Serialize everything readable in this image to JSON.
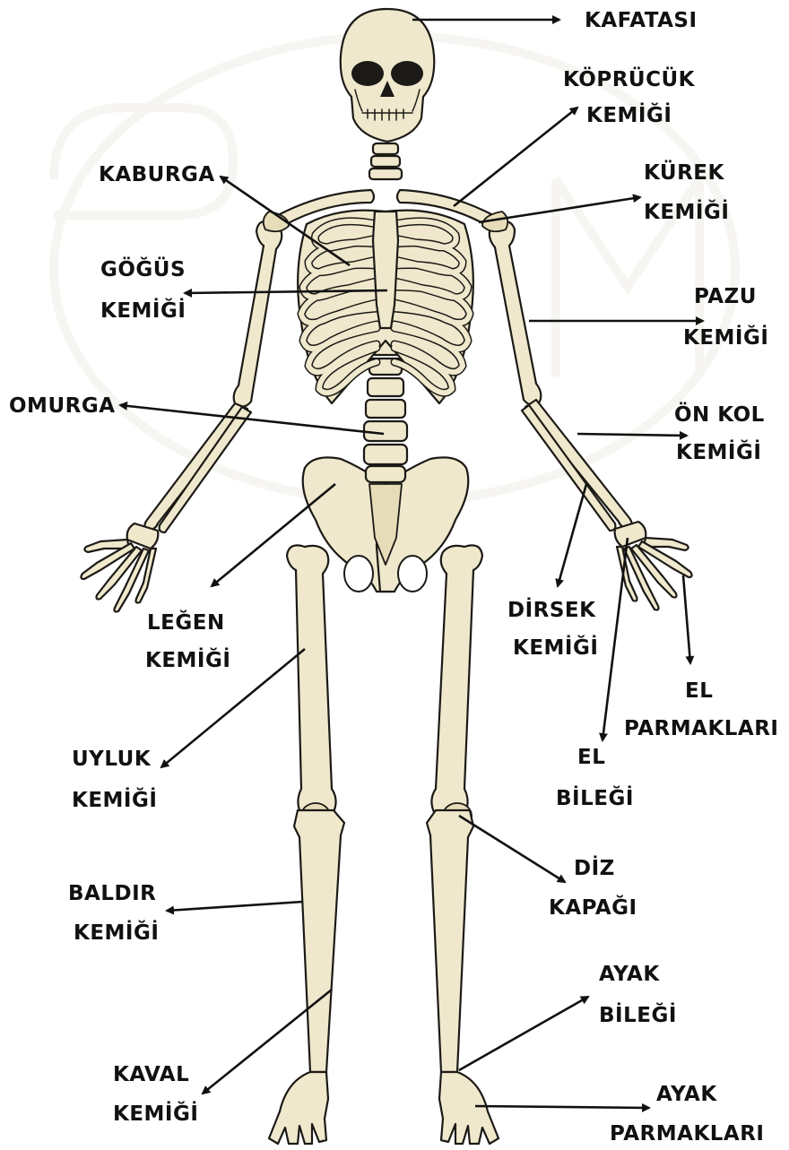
{
  "labels": {
    "kafatasi": [
      "KAFATASI"
    ],
    "koprucuk": [
      "KÖPRÜCÜK",
      "KEMİĞİ"
    ],
    "kaburga": [
      "KABURGA"
    ],
    "kurek": [
      "KÜREK",
      "KEMİĞİ"
    ],
    "gogus": [
      "GÖĞÜS",
      "KEMİĞİ"
    ],
    "pazu": [
      "PAZU",
      "KEMİĞİ"
    ],
    "omurga": [
      "OMURGA"
    ],
    "onkol": [
      "ÖN KOL",
      "KEMİĞİ"
    ],
    "legen": [
      "LEĞEN",
      "KEMİĞİ"
    ],
    "dirsek": [
      "DİRSEK",
      "KEMİĞİ"
    ],
    "elparmak": [
      "EL",
      "PARMAKLARI"
    ],
    "elbilek": [
      "EL",
      "BİLEĞİ"
    ],
    "uyluk": [
      "UYLUK",
      "KEMİĞİ"
    ],
    "diz": [
      "DİZ",
      "KAPAĞI"
    ],
    "baldir": [
      "BALDIR",
      "KEMİĞİ"
    ],
    "ayakbilek": [
      "AYAK",
      "BİLEĞİ"
    ],
    "kaval": [
      "KAVAL",
      "KEMİĞİ"
    ],
    "ayakparmak": [
      "AYAK",
      "PARMAKLARI"
    ]
  },
  "colors": {
    "bone": "#efe8cc",
    "outline": "#1c1a16",
    "label": "#111111",
    "background": "#ffffff"
  }
}
